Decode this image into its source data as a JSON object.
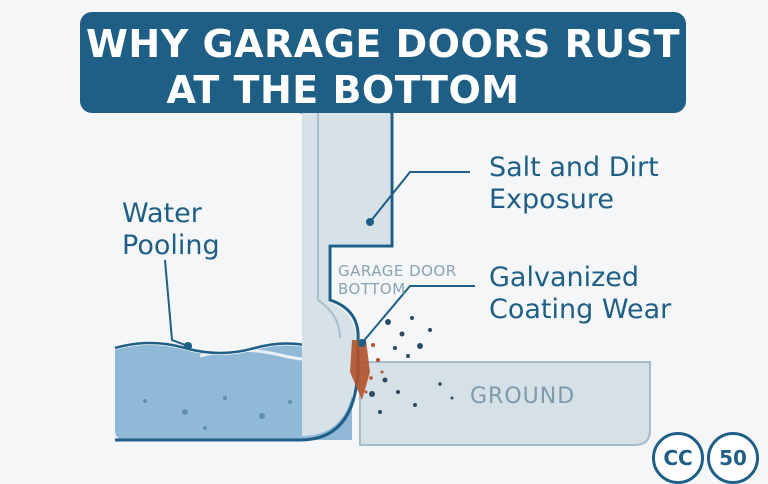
{
  "title": {
    "line1": "WHY GARAGE DOORS RUST",
    "line2": "AT THE BOTTOM"
  },
  "labels": {
    "water_pooling": [
      "Water",
      "Pooling"
    ],
    "salt_dirt": [
      "Salt and Dirt",
      "Exposure"
    ],
    "galvanized": [
      "Galvanized",
      "Coating Wear"
    ],
    "door_bottom": [
      "GARAGE DOOR",
      "BOTTOM"
    ],
    "ground": "GROUND"
  },
  "badges": [
    "CC",
    "50"
  ],
  "colors": {
    "brand": "#1f5f86",
    "water": "#8fb9d6",
    "ground": "#d6e0e7",
    "door": "#d7e1e8",
    "rust": "#b0522c"
  }
}
